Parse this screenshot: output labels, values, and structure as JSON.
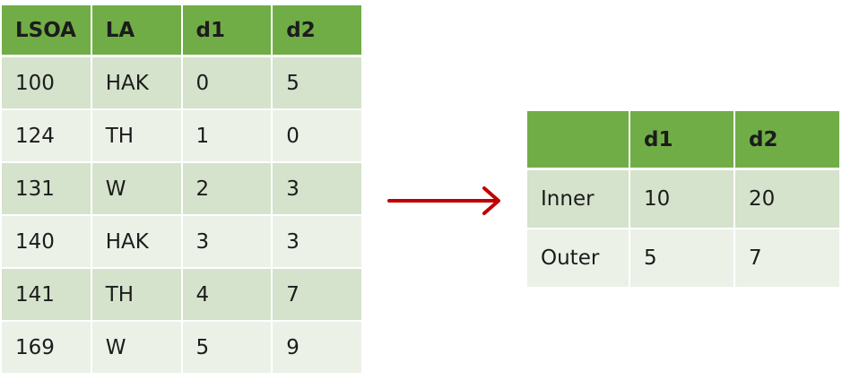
{
  "source_table": {
    "headers": [
      "LSOA",
      "LA",
      "d1",
      "d2"
    ],
    "rows": [
      [
        "100",
        "HAK",
        "0",
        "5"
      ],
      [
        "124",
        "TH",
        "1",
        "0"
      ],
      [
        "131",
        "W",
        "2",
        "3"
      ],
      [
        "140",
        "HAK",
        "3",
        "3"
      ],
      [
        "141",
        "TH",
        "4",
        "7"
      ],
      [
        "169",
        "W",
        "5",
        "9"
      ]
    ]
  },
  "result_table": {
    "headers": [
      "",
      "d1",
      "d2"
    ],
    "rows": [
      [
        "Inner",
        "10",
        "20"
      ],
      [
        "Outer",
        "5",
        "7"
      ]
    ]
  },
  "colors": {
    "header_green": "#70ad47",
    "row_dark": "#d5e2cc",
    "row_light": "#ebf1e7",
    "arrow": "#c00000"
  }
}
